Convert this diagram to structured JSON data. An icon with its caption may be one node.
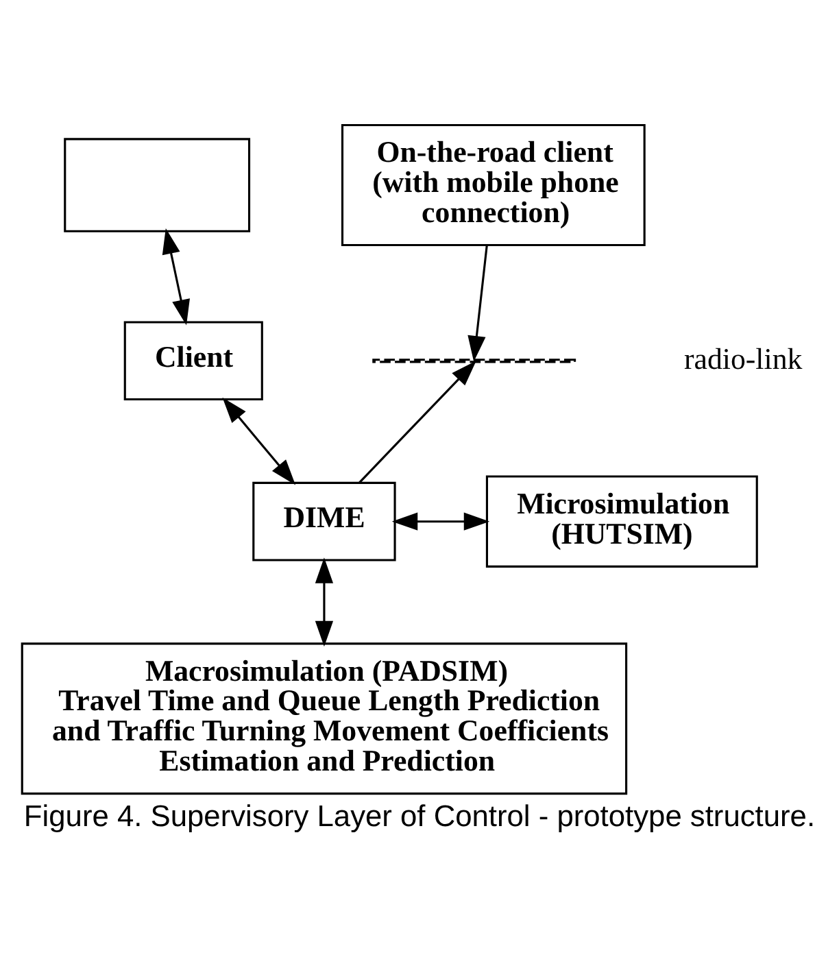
{
  "diagram": {
    "caption": "Figure 4. Supervisory Layer of Control - prototype structure.",
    "nodes": [
      {
        "text": [],
        "shape": "box"
      },
      {
        "text": [
          "On-the-road client (with mobile phone connection)"
        ]
      },
      {
        "text": [
          "Client"
        ]
      },
      {
        "text": [],
        "shape": "line",
        "beside": [
          "radio-link"
        ]
      },
      {
        "text": [
          "DIME"
        ]
      },
      {
        "text": [
          "Microsimulation (HUTSIM)"
        ]
      },
      {
        "text": [
          "Macrosimulation (PADSIM)",
          "Travel Time and Queue Length Prediction and Traffic Turning Movement Coefficients Estimation and Prediction"
        ]
      }
    ],
    "edges": [
      {
        "from": 0,
        "to": 2,
        "arrow": "both"
      },
      {
        "from": 1,
        "to": 3,
        "arrow": "to"
      },
      {
        "from": 2,
        "to": 4,
        "arrow": "both"
      },
      {
        "from": 4,
        "to": 3,
        "arrow": "to"
      },
      {
        "from": 4,
        "to": 5,
        "arrow": "both"
      },
      {
        "from": 4,
        "to": 6,
        "arrow": "both"
      }
    ]
  }
}
